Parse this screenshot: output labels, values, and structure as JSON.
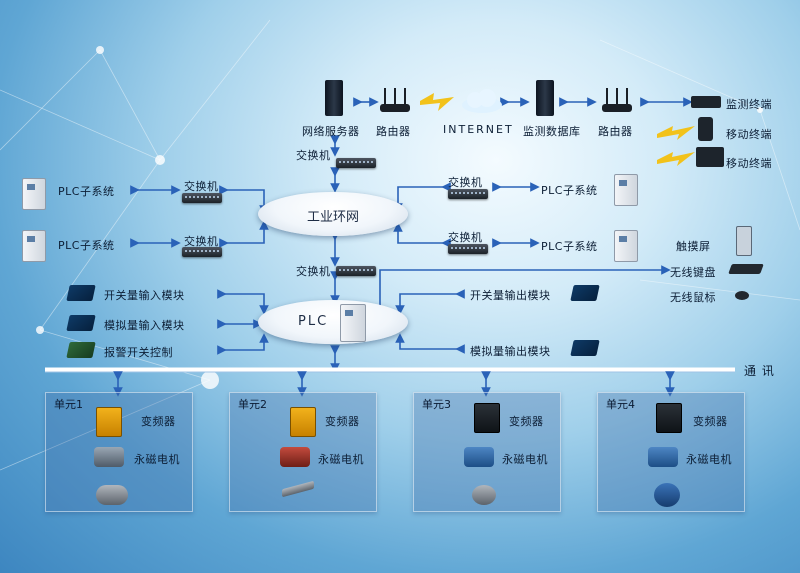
{
  "top": {
    "web_server": "网络服务器",
    "router_left": "路由器",
    "internet": "INTERNET",
    "monitor_db": "监测数据库",
    "router_right": "路由器",
    "monitor_terminal_1": "监测终端",
    "mobile_terminal_1": "移动终端",
    "mobile_terminal_2": "移动终端"
  },
  "switch_top": "交换机",
  "switch_mid": "交换机",
  "ring": "工业环网",
  "plc": "PLC",
  "left": {
    "plc_sub_1": "PLC子系统",
    "switch_1": "交换机",
    "plc_sub_2": "PLC子系统",
    "switch_2": "交换机",
    "di_module": "开关量输入模块",
    "ai_module": "模拟量输入模块",
    "alarm": "报警开关控制"
  },
  "right": {
    "switch_1": "交换机",
    "plc_sub_1": "PLC子系统",
    "switch_2": "交换机",
    "plc_sub_2": "PLC子系统",
    "touch_screen": "触摸屏",
    "wireless_keyboard": "无线键盘",
    "wireless_mouse": "无线鼠标",
    "do_module": "开关量输出模块",
    "ao_module": "模拟量输出模块"
  },
  "bus_label": "通 讯",
  "units": [
    {
      "title": "单元1",
      "inverter": "变频器",
      "motor": "永磁电机"
    },
    {
      "title": "单元2",
      "inverter": "变频器",
      "motor": "永磁电机"
    },
    {
      "title": "单元3",
      "inverter": "变频器",
      "motor": "永磁电机"
    },
    {
      "title": "单元4",
      "inverter": "变频器",
      "motor": "永磁电机"
    }
  ],
  "colors": {
    "arrow": "#2a62b8",
    "lightning": "#f2c21a",
    "unit_box": "#4270aa"
  }
}
